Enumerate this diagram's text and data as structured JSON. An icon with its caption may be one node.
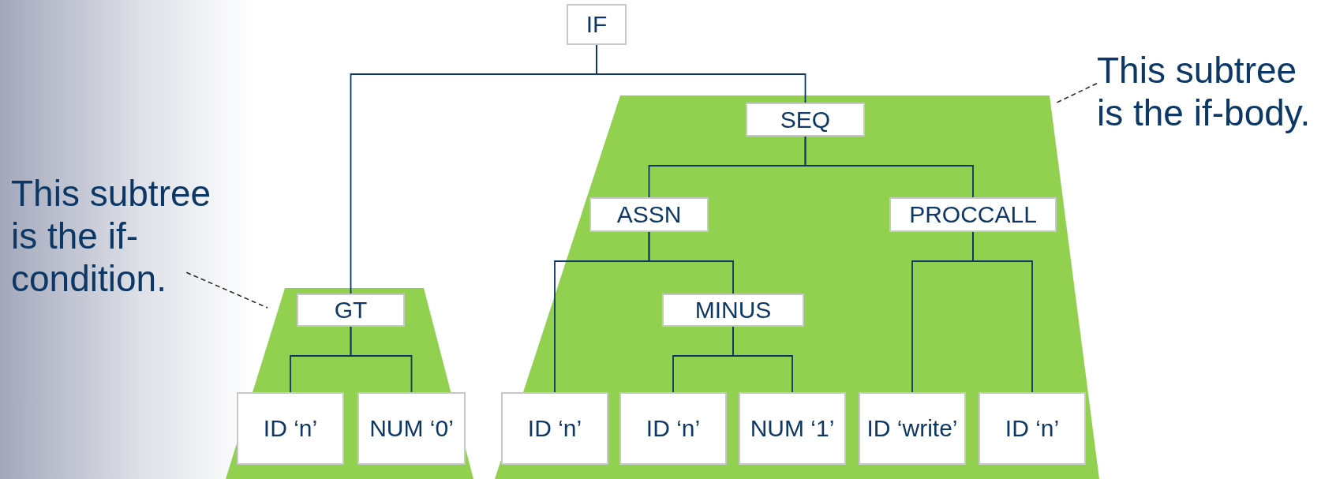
{
  "diagram": {
    "nodes": [
      {
        "text": [
          "IF"
        ]
      },
      {
        "text": [
          "This subtree is the if-body."
        ]
      },
      {
        "text": [],
        "shape": "trapezoid"
      },
      {
        "text": [
          "SEQ"
        ],
        "in": 2
      },
      {
        "text": [
          "ASSN"
        ],
        "in": 2
      },
      {
        "text": [
          "PROCCALL"
        ],
        "in": 2
      },
      {
        "text": [
          "MINUS"
        ],
        "in": 2
      },
      {
        "text": [
          "ID ‘n’"
        ],
        "in": 2
      },
      {
        "text": [
          "ID ‘n’"
        ],
        "in": 2
      },
      {
        "text": [
          "NUM ‘1’"
        ],
        "in": 2
      },
      {
        "text": [
          "ID ‘write’"
        ],
        "in": 2
      },
      {
        "text": [
          "ID ‘n’"
        ],
        "in": 2
      },
      {
        "text": [
          "This subtree is the if-condition."
        ]
      },
      {
        "text": [],
        "shape": "trapezoid"
      },
      {
        "text": [
          "GT"
        ],
        "in": 13
      },
      {
        "text": [
          "ID ‘n’"
        ],
        "in": 13
      },
      {
        "text": [
          "NUM ‘0’"
        ],
        "in": 13
      }
    ],
    "edges": [
      {
        "from": 0,
        "to": 14,
        "arrow": "none"
      },
      {
        "from": 0,
        "to": 3,
        "arrow": "none"
      },
      {
        "from": 3,
        "to": 4,
        "arrow": "none"
      },
      {
        "from": 3,
        "to": 5,
        "arrow": "none"
      },
      {
        "from": 4,
        "to": 7,
        "arrow": "none"
      },
      {
        "from": 4,
        "to": 6,
        "arrow": "none"
      },
      {
        "from": 6,
        "to": 8,
        "arrow": "none"
      },
      {
        "from": 6,
        "to": 9,
        "arrow": "none"
      },
      {
        "from": 5,
        "to": 10,
        "arrow": "none"
      },
      {
        "from": 5,
        "to": 11,
        "arrow": "none"
      },
      {
        "from": 14,
        "to": 15,
        "arrow": "none"
      },
      {
        "from": 14,
        "to": 16,
        "arrow": "none"
      },
      {
        "from": 1,
        "to": 2,
        "arrow": "none",
        "style": "dashed"
      },
      {
        "from": 12,
        "to": 13,
        "arrow": "none",
        "style": "dashed"
      }
    ]
  }
}
